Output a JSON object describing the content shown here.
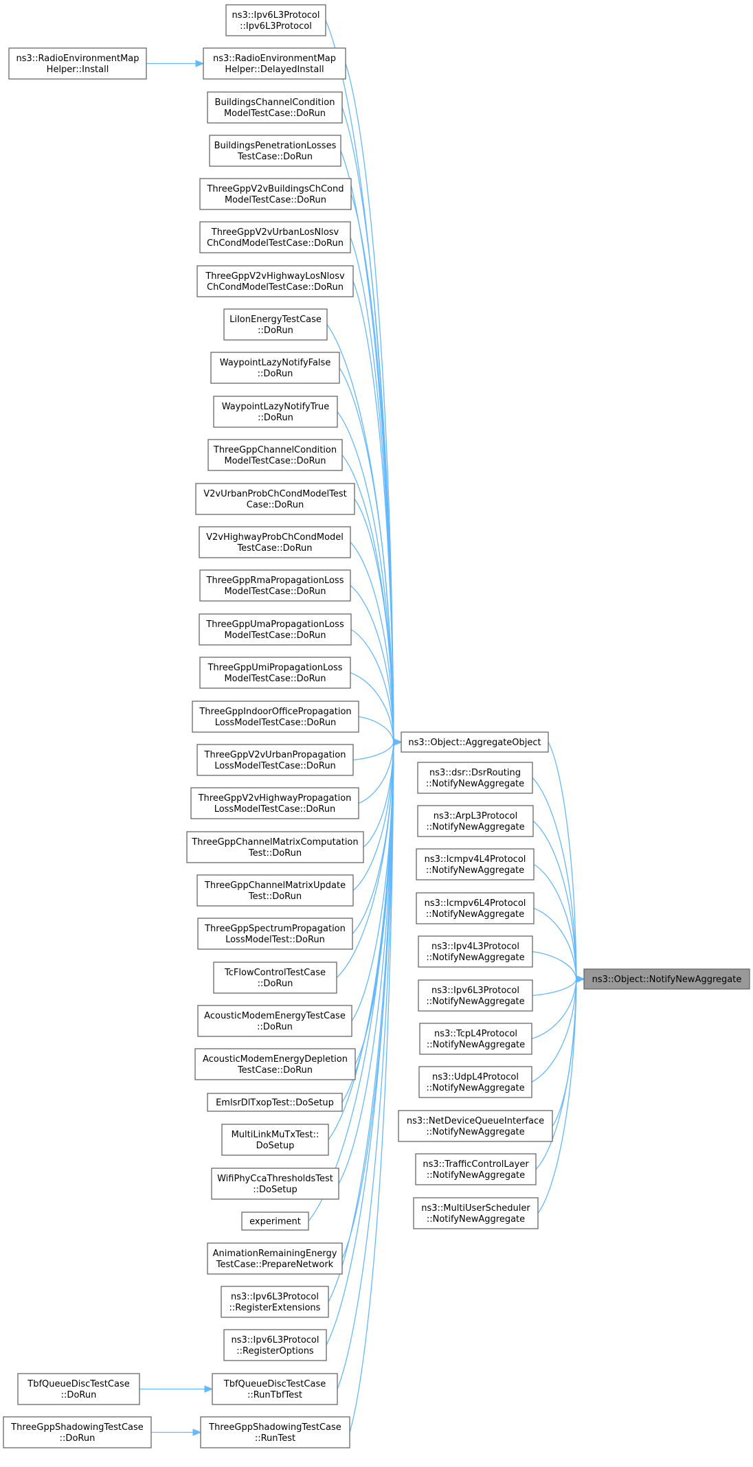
{
  "diagram": {
    "colors": {
      "edge": "#63b8ff",
      "node_border": "#666666",
      "target_fill": "#999999",
      "node_fill": "#ffffff"
    },
    "nodes": [
      {
        "id": "n_target",
        "lines": [
          "ns3::Object::NotifyNewAggregate"
        ],
        "highlight": true
      },
      {
        "id": "n_agg",
        "lines": [
          "ns3::Object::AggregateObject"
        ]
      },
      {
        "id": "n_ipv6ctor",
        "lines": [
          "ns3::Ipv6L3Protocol",
          "::Ipv6L3Protocol"
        ]
      },
      {
        "id": "n_remdelayed",
        "lines": [
          "ns3::RadioEnvironmentMap",
          "Helper::DelayedInstall"
        ]
      },
      {
        "id": "n_reminstall",
        "lines": [
          "ns3::RadioEnvironmentMap",
          "Helper::Install"
        ]
      },
      {
        "id": "n_bldcc",
        "lines": [
          "BuildingsChannelCondition",
          "ModelTestCase::DoRun"
        ]
      },
      {
        "id": "n_bldpen",
        "lines": [
          "BuildingsPenetrationLosses",
          "TestCase::DoRun"
        ]
      },
      {
        "id": "n_v2vbld",
        "lines": [
          "ThreeGppV2vBuildingsChCond",
          "ModelTestCase::DoRun"
        ]
      },
      {
        "id": "n_v2vurbanlos",
        "lines": [
          "ThreeGppV2vUrbanLosNlosv",
          "ChCondModelTestCase::DoRun"
        ]
      },
      {
        "id": "n_v2vhwylos",
        "lines": [
          "ThreeGppV2vHighwayLosNlosv",
          "ChCondModelTestCase::DoRun"
        ]
      },
      {
        "id": "n_liion",
        "lines": [
          "LiIonEnergyTestCase",
          "::DoRun"
        ]
      },
      {
        "id": "n_wpfalse",
        "lines": [
          "WaypointLazyNotifyFalse",
          "::DoRun"
        ]
      },
      {
        "id": "n_wptrue",
        "lines": [
          "WaypointLazyNotifyTrue",
          "::DoRun"
        ]
      },
      {
        "id": "n_3gppcc",
        "lines": [
          "ThreeGppChannelCondition",
          "ModelTestCase::DoRun"
        ]
      },
      {
        "id": "n_v2vurbanprob",
        "lines": [
          "V2vUrbanProbChCondModelTest",
          "Case::DoRun"
        ]
      },
      {
        "id": "n_v2vhwyprob",
        "lines": [
          "V2vHighwayProbChCondModel",
          "TestCase::DoRun"
        ]
      },
      {
        "id": "n_rma",
        "lines": [
          "ThreeGppRmaPropagationLoss",
          "ModelTestCase::DoRun"
        ]
      },
      {
        "id": "n_uma",
        "lines": [
          "ThreeGppUmaPropagationLoss",
          "ModelTestCase::DoRun"
        ]
      },
      {
        "id": "n_umi",
        "lines": [
          "ThreeGppUmiPropagationLoss",
          "ModelTestCase::DoRun"
        ]
      },
      {
        "id": "n_indoor",
        "lines": [
          "ThreeGppIndoorOfficePropagation",
          "LossModelTestCase::DoRun"
        ]
      },
      {
        "id": "n_v2vurbanprop",
        "lines": [
          "ThreeGppV2vUrbanPropagation",
          "LossModelTestCase::DoRun"
        ]
      },
      {
        "id": "n_v2vhwyprop",
        "lines": [
          "ThreeGppV2vHighwayPropagation",
          "LossModelTestCase::DoRun"
        ]
      },
      {
        "id": "n_chmatcomp",
        "lines": [
          "ThreeGppChannelMatrixComputation",
          "Test::DoRun"
        ]
      },
      {
        "id": "n_chmatupd",
        "lines": [
          "ThreeGppChannelMatrixUpdate",
          "Test::DoRun"
        ]
      },
      {
        "id": "n_spectrum",
        "lines": [
          "ThreeGppSpectrumPropagation",
          "LossModelTest::DoRun"
        ]
      },
      {
        "id": "n_tcflow",
        "lines": [
          "TcFlowControlTestCase",
          "::DoRun"
        ]
      },
      {
        "id": "n_acousticenergy",
        "lines": [
          "AcousticModemEnergyTestCase",
          "::DoRun"
        ]
      },
      {
        "id": "n_acousticdepl",
        "lines": [
          "AcousticModemEnergyDepletion",
          "TestCase::DoRun"
        ]
      },
      {
        "id": "n_emlsr",
        "lines": [
          "EmlsrDlTxopTest::DoSetup"
        ]
      },
      {
        "id": "n_multilink",
        "lines": [
          "MultiLinkMuTxTest::",
          "DoSetup"
        ]
      },
      {
        "id": "n_wifiphycca",
        "lines": [
          "WifiPhyCcaThresholdsTest",
          "::DoSetup"
        ]
      },
      {
        "id": "n_experiment",
        "lines": [
          "experiment"
        ]
      },
      {
        "id": "n_animation",
        "lines": [
          "AnimationRemainingEnergy",
          "TestCase::PrepareNetwork"
        ]
      },
      {
        "id": "n_regext",
        "lines": [
          "ns3::Ipv6L3Protocol",
          "::RegisterExtensions"
        ]
      },
      {
        "id": "n_regopt",
        "lines": [
          "ns3::Ipv6L3Protocol",
          "::RegisterOptions"
        ]
      },
      {
        "id": "n_runtbf",
        "lines": [
          "TbfQueueDiscTestCase",
          "::RunTbfTest"
        ]
      },
      {
        "id": "n_tbfdorun",
        "lines": [
          "TbfQueueDiscTestCase",
          "::DoRun"
        ]
      },
      {
        "id": "n_runtest",
        "lines": [
          "ThreeGppShadowingTestCase",
          "::RunTest"
        ]
      },
      {
        "id": "n_shadowdorun",
        "lines": [
          "ThreeGppShadowingTestCase",
          "::DoRun"
        ]
      },
      {
        "id": "n_dsr",
        "lines": [
          "ns3::dsr::DsrRouting",
          "::NotifyNewAggregate"
        ]
      },
      {
        "id": "n_arp",
        "lines": [
          "ns3::ArpL3Protocol",
          "::NotifyNewAggregate"
        ]
      },
      {
        "id": "n_icmpv4",
        "lines": [
          "ns3::Icmpv4L4Protocol",
          "::NotifyNewAggregate"
        ]
      },
      {
        "id": "n_icmpv6",
        "lines": [
          "ns3::Icmpv6L4Protocol",
          "::NotifyNewAggregate"
        ]
      },
      {
        "id": "n_ipv4",
        "lines": [
          "ns3::Ipv4L3Protocol",
          "::NotifyNewAggregate"
        ]
      },
      {
        "id": "n_ipv6",
        "lines": [
          "ns3::Ipv6L3Protocol",
          "::NotifyNewAggregate"
        ]
      },
      {
        "id": "n_tcp",
        "lines": [
          "ns3::TcpL4Protocol",
          "::NotifyNewAggregate"
        ]
      },
      {
        "id": "n_udp",
        "lines": [
          "ns3::UdpL4Protocol",
          "::NotifyNewAggregate"
        ]
      },
      {
        "id": "n_netdevq",
        "lines": [
          "ns3::NetDeviceQueueInterface",
          "::NotifyNewAggregate"
        ]
      },
      {
        "id": "n_tc",
        "lines": [
          "ns3::TrafficControlLayer",
          "::NotifyNewAggregate"
        ]
      },
      {
        "id": "n_mus",
        "lines": [
          "ns3::MultiUserScheduler",
          "::NotifyNewAggregate"
        ]
      }
    ],
    "edges": [
      [
        "n_agg",
        "n_target"
      ],
      [
        "n_dsr",
        "n_target"
      ],
      [
        "n_arp",
        "n_target"
      ],
      [
        "n_icmpv4",
        "n_target"
      ],
      [
        "n_icmpv6",
        "n_target"
      ],
      [
        "n_ipv4",
        "n_target"
      ],
      [
        "n_ipv6",
        "n_target"
      ],
      [
        "n_tcp",
        "n_target"
      ],
      [
        "n_udp",
        "n_target"
      ],
      [
        "n_netdevq",
        "n_target"
      ],
      [
        "n_tc",
        "n_target"
      ],
      [
        "n_mus",
        "n_target"
      ],
      [
        "n_ipv6ctor",
        "n_agg"
      ],
      [
        "n_remdelayed",
        "n_agg"
      ],
      [
        "n_bldcc",
        "n_agg"
      ],
      [
        "n_bldpen",
        "n_agg"
      ],
      [
        "n_v2vbld",
        "n_agg"
      ],
      [
        "n_v2vurbanlos",
        "n_agg"
      ],
      [
        "n_v2vhwylos",
        "n_agg"
      ],
      [
        "n_liion",
        "n_agg"
      ],
      [
        "n_wpfalse",
        "n_agg"
      ],
      [
        "n_wptrue",
        "n_agg"
      ],
      [
        "n_3gppcc",
        "n_agg"
      ],
      [
        "n_v2vurbanprob",
        "n_agg"
      ],
      [
        "n_v2vhwyprob",
        "n_agg"
      ],
      [
        "n_rma",
        "n_agg"
      ],
      [
        "n_uma",
        "n_agg"
      ],
      [
        "n_umi",
        "n_agg"
      ],
      [
        "n_indoor",
        "n_agg"
      ],
      [
        "n_v2vurbanprop",
        "n_agg"
      ],
      [
        "n_v2vhwyprop",
        "n_agg"
      ],
      [
        "n_chmatcomp",
        "n_agg"
      ],
      [
        "n_chmatupd",
        "n_agg"
      ],
      [
        "n_spectrum",
        "n_agg"
      ],
      [
        "n_tcflow",
        "n_agg"
      ],
      [
        "n_acousticenergy",
        "n_agg"
      ],
      [
        "n_acousticdepl",
        "n_agg"
      ],
      [
        "n_emlsr",
        "n_agg"
      ],
      [
        "n_multilink",
        "n_agg"
      ],
      [
        "n_wifiphycca",
        "n_agg"
      ],
      [
        "n_experiment",
        "n_agg"
      ],
      [
        "n_animation",
        "n_agg"
      ],
      [
        "n_regext",
        "n_agg"
      ],
      [
        "n_regopt",
        "n_agg"
      ],
      [
        "n_runtbf",
        "n_agg"
      ],
      [
        "n_runtest",
        "n_agg"
      ],
      [
        "n_reminstall",
        "n_remdelayed"
      ],
      [
        "n_tbfdorun",
        "n_runtbf"
      ],
      [
        "n_shadowdorun",
        "n_runtest"
      ]
    ]
  }
}
